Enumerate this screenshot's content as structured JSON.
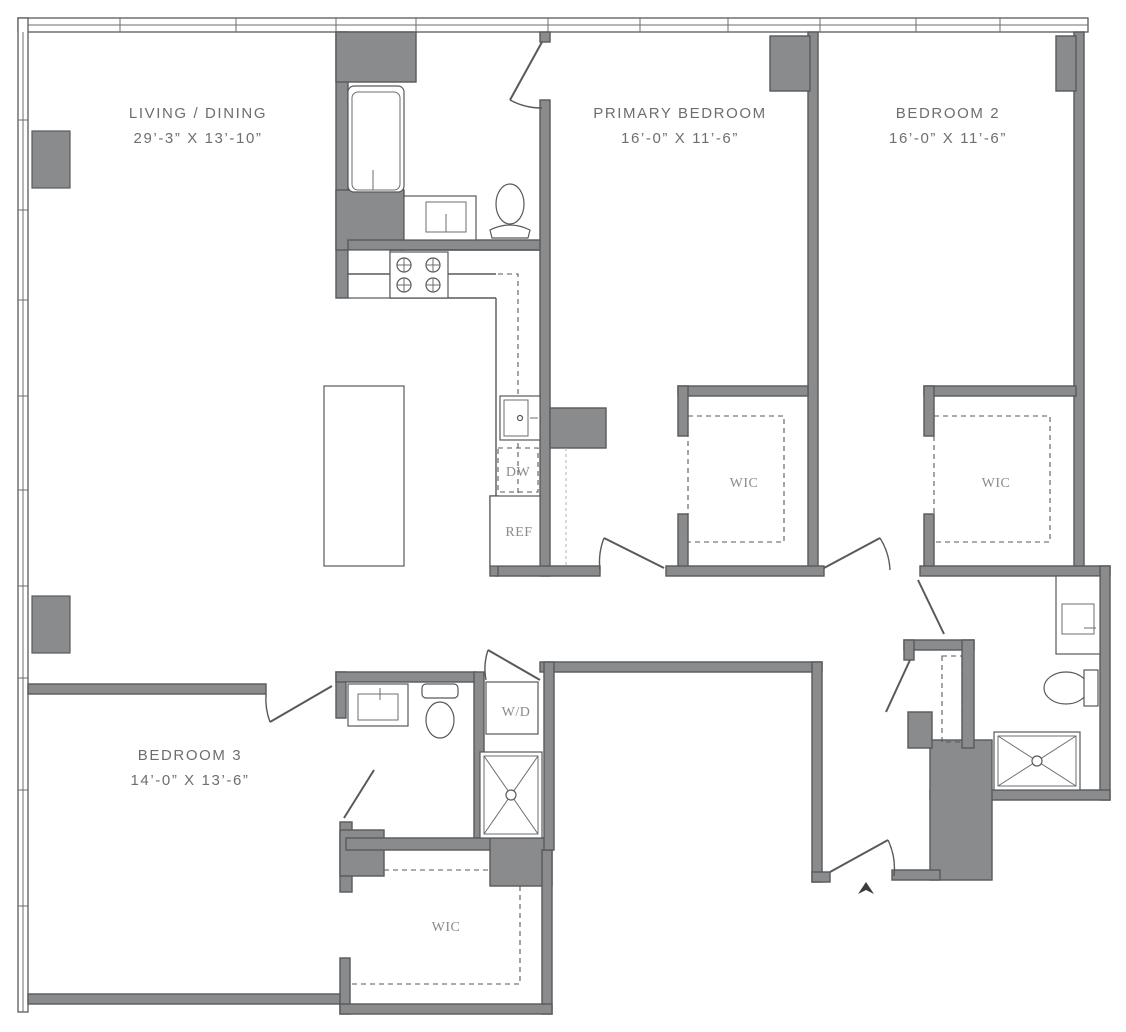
{
  "rooms": {
    "living_dining": {
      "name": "LIVING / DINING",
      "dims": "29’-3” X 13’-10”"
    },
    "primary_bedroom": {
      "name": "PRIMARY BEDROOM",
      "dims": "16’-0” X 11’-6”"
    },
    "bedroom_2": {
      "name": "BEDROOM 2",
      "dims": "16’-0” X 11’-6”"
    },
    "bedroom_3": {
      "name": "BEDROOM 3",
      "dims": "14’-0” X 13’-6”"
    }
  },
  "labels": {
    "wic": "WIC",
    "dishwasher": "DW",
    "refrigerator": "REF",
    "washer_dryer": "W/D"
  },
  "icons": {
    "entry": "entry-arrow-icon"
  },
  "colors": {
    "wall_fill": "#8a8b8d",
    "line": "#58595b",
    "label": "#6d6e70"
  }
}
